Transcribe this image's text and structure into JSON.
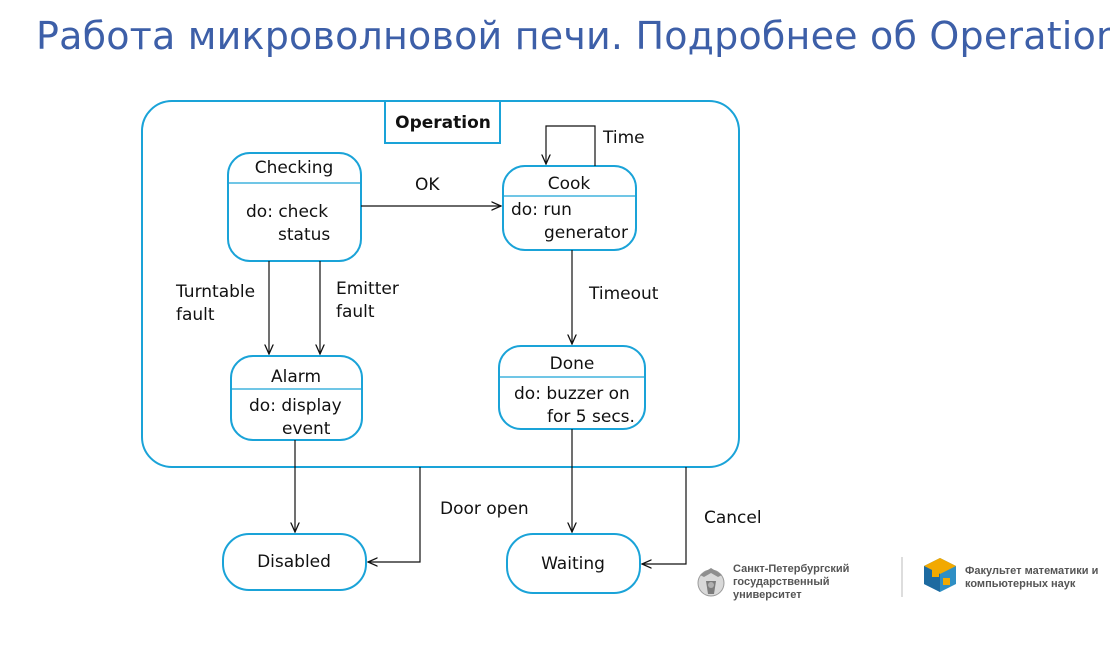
{
  "title": "Работа микроволновой печи. Подробнее об Operation",
  "colors": {
    "title": "#3d5fa8",
    "state_border": "#1aa3d8",
    "line": "#111111"
  },
  "composite": {
    "name": "Operation"
  },
  "states": {
    "checking": {
      "name": "Checking",
      "activity_1": "do: check",
      "activity_2": "status"
    },
    "cook": {
      "name": "Cook",
      "activity_1": "do: run",
      "activity_2": "generator"
    },
    "alarm": {
      "name": "Alarm",
      "activity_1": "do: display",
      "activity_2": "event"
    },
    "done": {
      "name": "Done",
      "activity_1": "do: buzzer on",
      "activity_2": "for 5 secs."
    },
    "disabled": {
      "name": "Disabled"
    },
    "waiting": {
      "name": "Waiting"
    }
  },
  "transitions": {
    "ok": "OK",
    "time": "Time",
    "timeout": "Timeout",
    "turntable_1": "Turntable",
    "turntable_2": "fault",
    "emitter_1": "Emitter",
    "emitter_2": "fault",
    "door_open": "Door open",
    "cancel": "Cancel"
  },
  "logos": {
    "spbu_1": "Санкт-Петербургский",
    "spbu_2": "государственный",
    "spbu_3": "университет",
    "faculty_1": "Факультет математики и",
    "faculty_2": "компьютерных наук"
  }
}
